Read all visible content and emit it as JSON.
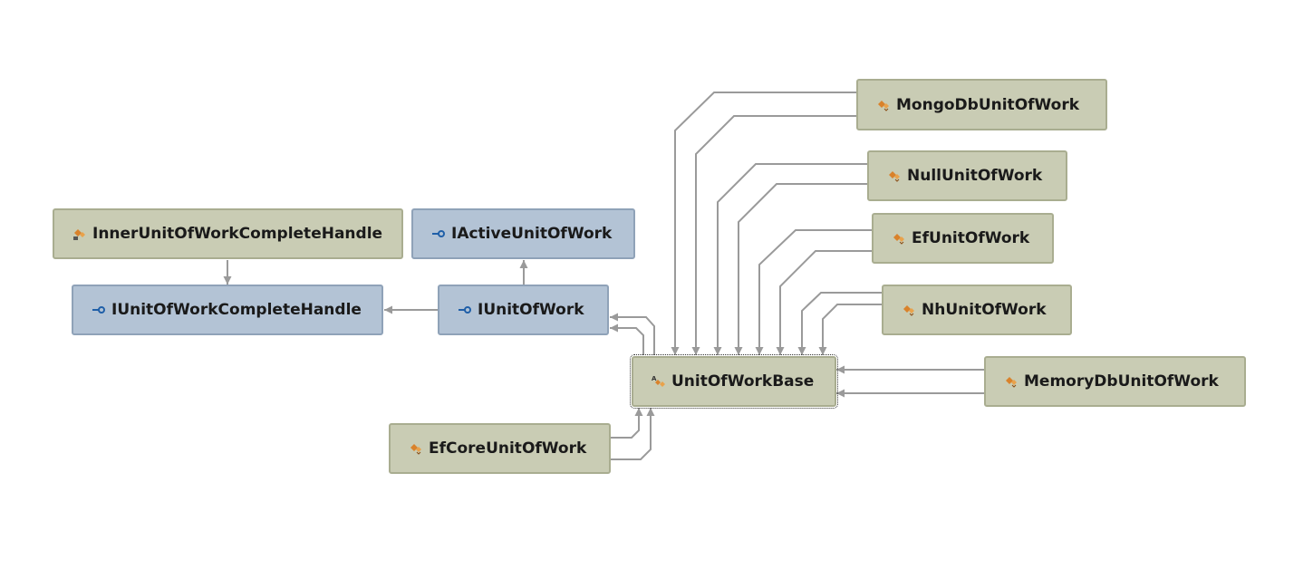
{
  "nodes": {
    "mongo": {
      "label": "MongoDbUnitOfWork",
      "kind": "class",
      "icon": "class-icon"
    },
    "null": {
      "label": "NullUnitOfWork",
      "kind": "class",
      "icon": "class-icon"
    },
    "ef": {
      "label": "EfUnitOfWork",
      "kind": "class",
      "icon": "class-icon"
    },
    "nh": {
      "label": "NhUnitOfWork",
      "kind": "class",
      "icon": "class-icon"
    },
    "memory": {
      "label": "MemoryDbUnitOfWork",
      "kind": "class",
      "icon": "class-icon"
    },
    "base": {
      "label": "UnitOfWorkBase",
      "kind": "abstract-class",
      "icon": "abstract-class-icon"
    },
    "efcore": {
      "label": "EfCoreUnitOfWork",
      "kind": "class",
      "icon": "class-icon"
    },
    "inner": {
      "label": "InnerUnitOfWorkCompleteHandle",
      "kind": "internal-class",
      "icon": "internal-class-icon"
    },
    "ihandle": {
      "label": "IUnitOfWorkCompleteHandle",
      "kind": "interface",
      "icon": "interface-icon"
    },
    "iuow": {
      "label": "IUnitOfWork",
      "kind": "interface",
      "icon": "interface-icon"
    },
    "iactive": {
      "label": "IActiveUnitOfWork",
      "kind": "interface",
      "icon": "interface-icon"
    }
  },
  "colors": {
    "class_fill": "#c9ccb4",
    "interface_fill": "#b3c3d5",
    "edge": "#9a9a9a",
    "icon_orange": "#d9822b",
    "icon_blue": "#1f5fa8"
  }
}
